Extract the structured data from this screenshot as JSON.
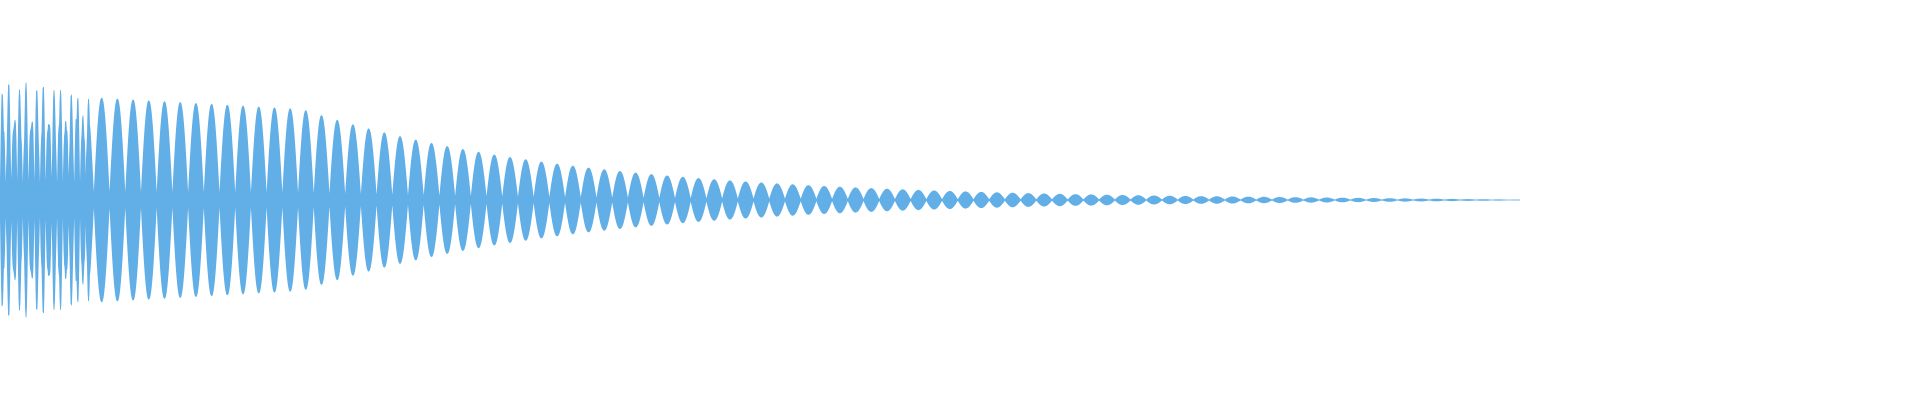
{
  "waveform": {
    "color": "#62aee6",
    "background": "#ffffff",
    "envelope": {
      "onset_peak_amplitude": 0.97,
      "decay_end_fraction": 0.63,
      "tail_end_fraction": 0.79
    }
  }
}
